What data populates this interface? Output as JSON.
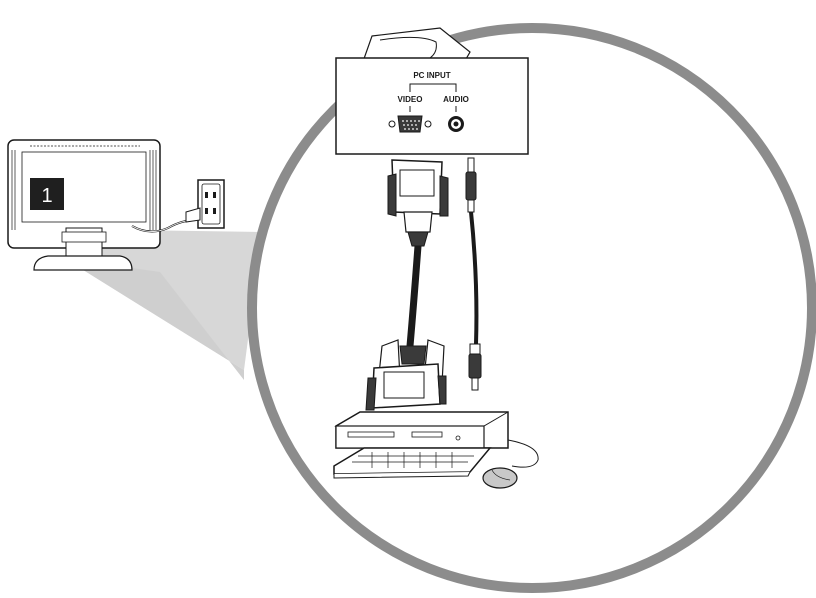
{
  "diagram": {
    "step_number": "1",
    "panel": {
      "group_label": "PC INPUT",
      "video_label": "VIDEO",
      "audio_label": "AUDIO"
    },
    "colors": {
      "outline": "#1a1a1a",
      "ring": "#8c8c8c",
      "beam": "#d7d7d7",
      "badge": "#1f1f1f",
      "panel_fill": "#ffffff",
      "plug_fill": "#3a3a3a"
    },
    "icons": [
      "tv-back-icon",
      "power-outlet-icon",
      "vga-connector-icon",
      "audio-jack-icon",
      "desktop-pc-icon",
      "keyboard-icon",
      "mouse-icon"
    ]
  }
}
